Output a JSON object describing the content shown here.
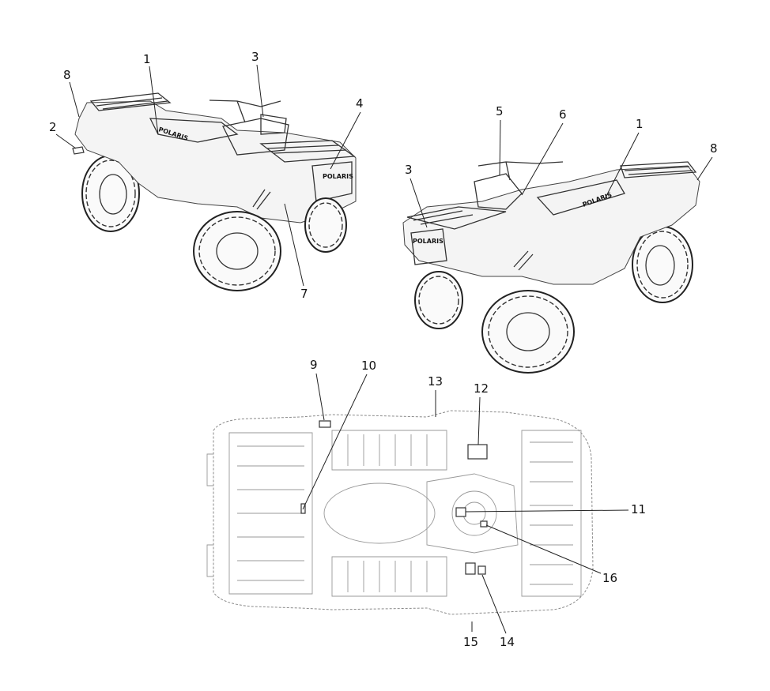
{
  "callouts": {
    "left_view": [
      "1",
      "2",
      "3",
      "4",
      "7",
      "8"
    ],
    "right_view": [
      "1",
      "3",
      "5",
      "6",
      "8"
    ],
    "top_view": [
      "9",
      "10",
      "11",
      "12",
      "13",
      "14",
      "15",
      "16"
    ]
  },
  "brand_text": "POLARIS",
  "colors": {
    "line": "#222222",
    "light_line": "#8a8a8a",
    "background": "#ffffff"
  }
}
